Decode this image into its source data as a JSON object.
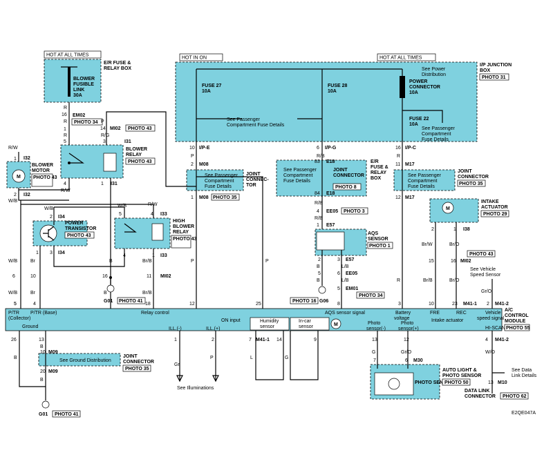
{
  "hot_labels": {
    "er_hot": "HOT AT ALL TIMES",
    "hot_in_on": "HOT IN ON",
    "ip_hot": "HOT AT ALL TIMES"
  },
  "er_fuse_box": {
    "title1": "E/R FUSE &",
    "title2": "RELAY BOX",
    "link1": "BLOWER",
    "link2": "FUSIBLE",
    "link3": "LINK",
    "link4": "30A"
  },
  "ip_box": {
    "title1": "I/P JUNCTION",
    "title2": "BOX",
    "photo": "PHOTO 31",
    "fuse27": "FUSE 27",
    "fuse27_a": "10A",
    "fuse28": "FUSE 28",
    "fuse28_a": "10A",
    "pc1": "POWER",
    "pc2": "CONNECTOR",
    "pc3": "10A",
    "fuse22": "FUSE 22",
    "fuse22_a": "10A",
    "see_pd1": "See Power",
    "see_pd2": "Distribution",
    "see_pass1": "See Passenger",
    "see_pass2": "Compartment Fuse Details",
    "see_pass3": "See Passenger",
    "see_pass4": "Compartment",
    "see_pass5": "Fuse Details"
  },
  "connectors": {
    "em02": "EM02",
    "photo34": "PHOTO 34",
    "mi02": "MI02",
    "photo43": "PHOTO 43",
    "i31": "I31",
    "i32": "I32",
    "i33": "I33",
    "i34": "I34",
    "i38": "I38",
    "ipe": "I/P-E",
    "ipg": "I/P-G",
    "ipc": "I/P-C",
    "m08": "M08",
    "m17": "M17",
    "e18": "E18",
    "e57": "E57",
    "ee05": "EE05",
    "photo3": "PHOTO 3",
    "em01": "EM01",
    "m41_1": "M41-1",
    "m41_2": "M41-2",
    "m09": "M09",
    "m30": "M30",
    "m10": "M10",
    "g01": "G01",
    "photo41": "PHOTO 41",
    "g06": "G06",
    "photo16": "PHOTO 16",
    "photo35": "PHOTO 35",
    "photo8": "PHOTO 8",
    "photo1": "PHOTO 1",
    "photo29": "PHOTO 29",
    "photo55": "PHOTO 55",
    "photo50": "PHOTO 50",
    "photo62": "PHOTO 62"
  },
  "components": {
    "blower_relay1": "BLOWER",
    "blower_relay2": "RELAY",
    "blower_motor1": "BLOWER",
    "blower_motor2": "MOTOR",
    "power_tr1": "POWER",
    "power_tr2": "TRANSISTOR",
    "hb_relay1": "HIGH",
    "hb_relay2": "BLOWER",
    "hb_relay3": "RELAY",
    "joint1": "JOINT",
    "joint2": "CONNEC-",
    "joint3": "TOR",
    "joint_conn1": "JOINT",
    "joint_conn2": "CONNECTOR",
    "er_fuse_r1": "E/R",
    "er_fuse_r2": "FUSE &",
    "er_fuse_r3": "RELAY",
    "er_fuse_r4": "BOX",
    "aqs1": "AQS",
    "aqs2": "SENSOR",
    "intake1": "INTAKE",
    "intake2": "ACTUATOR",
    "acm1": "A/C",
    "acm2": "CONTROL",
    "acm3": "MODULE",
    "auto1": "AUTO LIGHT &",
    "auto2": "PHOTO SENSOR",
    "photo_sensor": "PHOTO SENSOR",
    "dlc1": "DATA LINK",
    "dlc2": "CONNECTOR",
    "see_pass_a": "See Passenger",
    "see_pass_b": "Compartment",
    "see_pass_c": "Fuse Details",
    "see_ground": "See Ground Distribution",
    "see_illum": "See Illuminations",
    "see_vss1": "See Vehicle",
    "see_vss2": "Speed Sensor",
    "see_dl1": "See Data",
    "see_dl2": "Link Details",
    "motor_m": "M"
  },
  "module_labels": {
    "ptr_c1": "P/TR",
    "ptr_c2": "(Collector)",
    "ptr_b": "P/TR (Base)",
    "relay_ctrl": "Relay control",
    "on_input": "ON input",
    "aqs_sig": "AQS sensor signal",
    "batt1": "Battery",
    "batt2": "voltage",
    "fre": "FRE",
    "rec": "REC",
    "intake_act": "Intake actuator",
    "vss1": "Vehicle",
    "vss2": "speed signal",
    "ground": "Ground",
    "ill_m": "ILL.(-)",
    "ill_p": "ILL.(+)",
    "humid1": "Humidity",
    "humid2": "sensor",
    "incar1": "In-car",
    "incar2": "sensor",
    "ps_m1": "Photo",
    "ps_m2": "sensor(-)",
    "ps_p1": "Photo",
    "ps_p2": "sensor(+)",
    "hiscan": "HI-SCAN"
  },
  "pins": {
    "p5": "5",
    "p4": "4",
    "p18": "18",
    "p12": "12",
    "p25": "25",
    "p8": "8",
    "p3": "3",
    "p10": "10",
    "p23": "23",
    "p2": "2",
    "p26": "26",
    "p13": "13",
    "p7": "7",
    "p14": "14",
    "p9": "9",
    "p1": "1",
    "p6": "6",
    "p16": "16",
    "p11": "11",
    "p15": "15",
    "p20": "20",
    "p83": "83",
    "p84": "84"
  },
  "wires": {
    "r": "R",
    "rw": "R/W",
    "wb": "W/B",
    "br": "Br",
    "b": "B",
    "rg": "R/G",
    "p": "P",
    "brb": "Br/B",
    "rb": "R/B",
    "lb": "L/B",
    "brw": "Br/W",
    "bro": "Br/O",
    "gro": "Gr/O",
    "l": "L",
    "g": "G",
    "gr": "Gr",
    "wo": "W/O"
  },
  "footer": {
    "code": "E2QE047A"
  }
}
